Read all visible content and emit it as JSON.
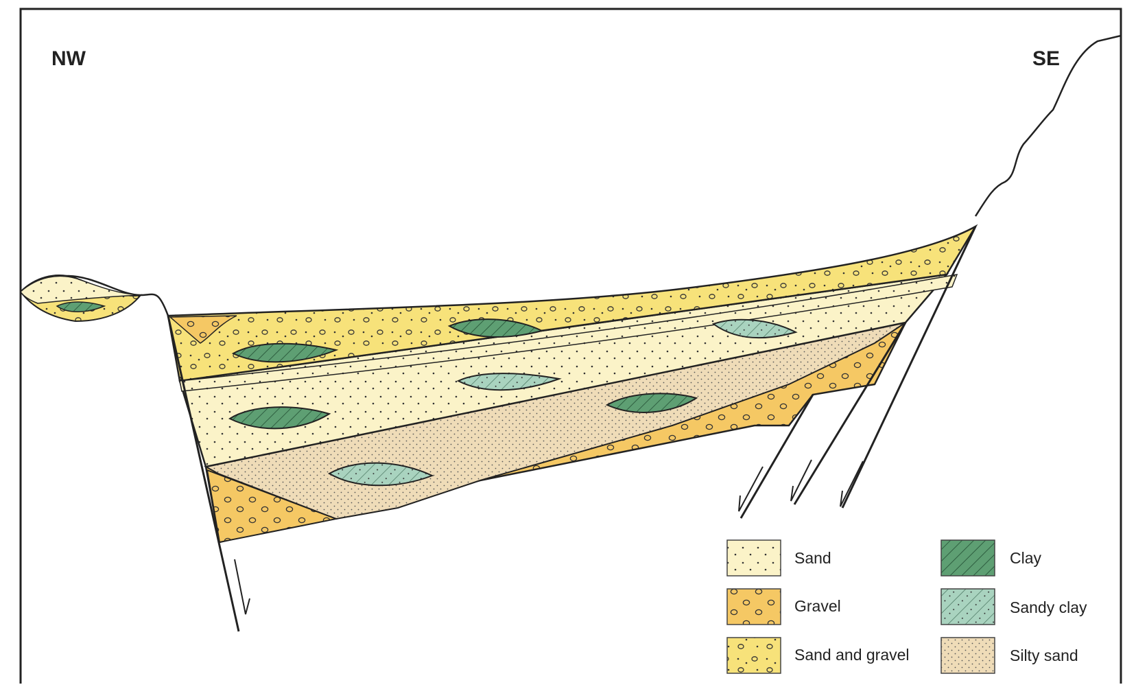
{
  "directions": {
    "left": "NW",
    "right": "SE"
  },
  "legend": [
    {
      "label": "Sand",
      "pattern": "sand",
      "color": "#fbf3c8"
    },
    {
      "label": "Gravel",
      "pattern": "gravel",
      "color": "#f5c864"
    },
    {
      "label": "Sand and gravel",
      "pattern": "sandgravel",
      "color": "#f7e27a"
    },
    {
      "label": "Clay",
      "pattern": "clay",
      "color": "#5e9f73"
    },
    {
      "label": "Sandy clay",
      "pattern": "sandyclay",
      "color": "#a9d3bf"
    },
    {
      "label": "Silty sand",
      "pattern": "siltysand",
      "color": "#efdcb8"
    }
  ]
}
